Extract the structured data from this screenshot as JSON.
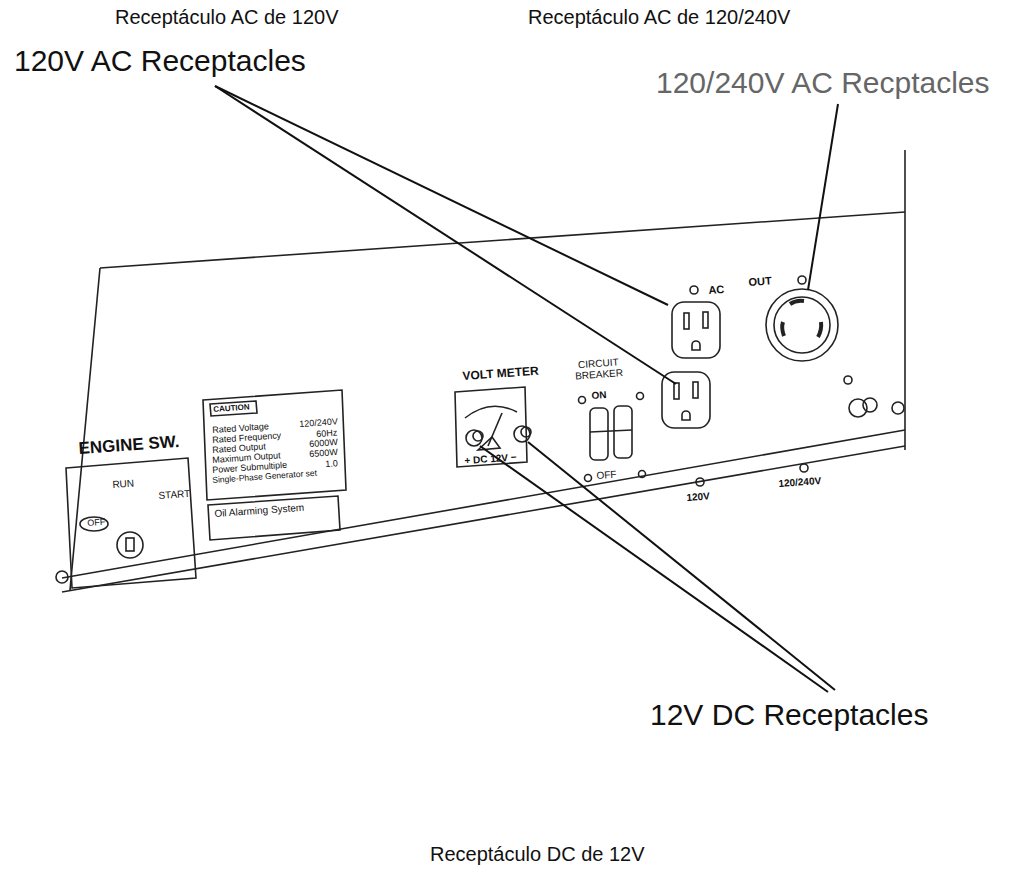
{
  "diagram": {
    "labels": [
      "Receptáculo AC de 120V",
      "Receptáculo AC de 120/240V",
      "120V AC Receptacles",
      "120/240V AC Recptacles",
      "ENGINE SW.",
      "RUN",
      "OFF",
      "START",
      "CAUTION",
      "Rated Voltage",
      "120/240V",
      "Rated Frequency",
      "60Hz",
      "Rated Output",
      "6000W",
      "Maximum Output",
      "6500W",
      "Power Submultiple",
      "1.0",
      "Single-Phase Generator set",
      "Oil Alarming System",
      "VOLT METER",
      "CIRCUIT BREAKER",
      "ON",
      "OFF",
      "AC",
      "OUT",
      "120V",
      "120/240V",
      "+ DC 12V −",
      "12V DC Receptacles",
      "Receptáculo DC de 12V"
    ]
  }
}
